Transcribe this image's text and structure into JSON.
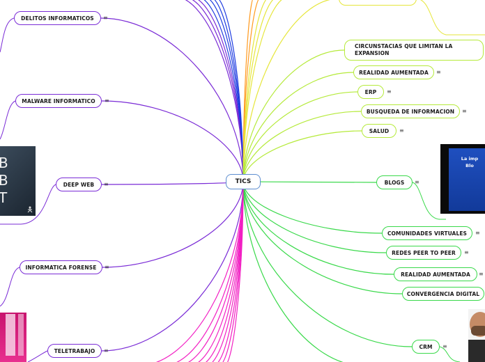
{
  "center": {
    "label": "TICS"
  },
  "note_glyph": "≡",
  "left_nodes": [
    {
      "label": "DELITOS INFORMATICOS"
    },
    {
      "label": "MALWARE INFORMATICO"
    },
    {
      "label": "DEEP WEB"
    },
    {
      "label": "INFORMATICA FORENSE"
    },
    {
      "label": "TELETRABAJO"
    }
  ],
  "right_nodes": [
    {
      "label": "CIRCUNSTACIAS QUE LIMITAN LA EXPANSION"
    },
    {
      "label": "REALIDAD AUMENTADA"
    },
    {
      "label": "ERP"
    },
    {
      "label": "BUSQUEDA DE INFORMACION"
    },
    {
      "label": "SALUD"
    },
    {
      "label": "BLOGS"
    },
    {
      "label": "COMUNIDADES VIRTUALES"
    },
    {
      "label": "REDES PEER TO PEER"
    },
    {
      "label": "REALIDAD AUMENTADA"
    },
    {
      "label": "CONVERGENCIA DIGITAL"
    },
    {
      "label": "CRM"
    }
  ],
  "thumbnails": {
    "deep_web_text": [
      "B",
      "B",
      "T"
    ],
    "blogs_text": [
      "La imp",
      "Blo"
    ]
  },
  "colors": {
    "purple": "#7a2bd6",
    "blue": "#1e3ce0",
    "magenta": "#f21fc3",
    "green": "#39d94a",
    "lime": "#b5ea3a",
    "yellow": "#e6e63a",
    "orange": "#ff9a1f"
  }
}
